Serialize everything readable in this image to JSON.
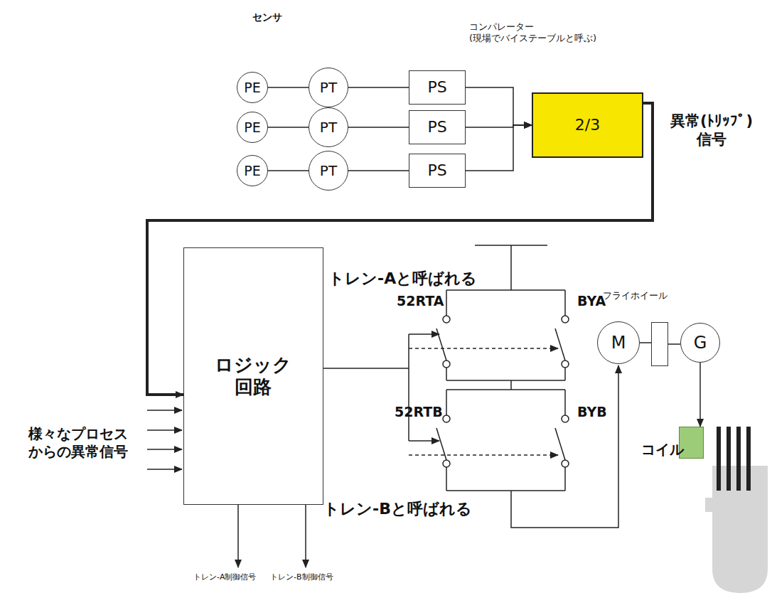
{
  "diagram": {
    "nodes": [
      {
        "text": [
          "PE"
        ]
      },
      {
        "text": [
          "PT"
        ]
      },
      {
        "text": [
          "PS"
        ]
      },
      {
        "text": [
          "PE"
        ]
      },
      {
        "text": [
          "PT"
        ]
      },
      {
        "text": [
          "PS"
        ]
      },
      {
        "text": [
          "PE"
        ]
      },
      {
        "text": [
          "PT"
        ]
      },
      {
        "text": [
          "PS"
        ]
      },
      {
        "text": [
          "2/3"
        ]
      },
      {
        "text": [
          "ロジック 回路"
        ]
      },
      {
        "text": [
          "M"
        ]
      },
      {
        "text": [
          "G"
        ]
      },
      {
        "text": [
          "フライホイール"
        ]
      },
      {
        "text": [
          "コイル"
        ]
      }
    ],
    "edges": [
      {
        "from": 0,
        "to": 1,
        "arrow": "none"
      },
      {
        "from": 1,
        "to": 2,
        "arrow": "none"
      },
      {
        "from": 3,
        "to": 4,
        "arrow": "none"
      },
      {
        "from": 4,
        "to": 5,
        "arrow": "none"
      },
      {
        "from": 6,
        "to": 7,
        "arrow": "none"
      },
      {
        "from": 7,
        "to": 8,
        "arrow": "none"
      },
      {
        "from": 2,
        "to": 9,
        "arrow": "to"
      },
      {
        "from": 5,
        "to": 9,
        "arrow": "to"
      },
      {
        "from": 8,
        "to": 9,
        "arrow": "to"
      },
      {
        "from": 9,
        "to": 10,
        "arrow": "to",
        "label": "異常(ﾄﾘｯﾌﾟ) 信号"
      },
      {
        "from": 11,
        "to": 13,
        "arrow": "none"
      },
      {
        "from": 13,
        "to": 12,
        "arrow": "none"
      },
      {
        "from": 12,
        "to": 14,
        "arrow": "to"
      }
    ],
    "labels": [
      "センサ",
      "コンパレーター (現場でバイステーブルと呼ぶ)",
      "トレン-Aと呼ばれる",
      "52RTA",
      "BYA",
      "52RTB",
      "BYB",
      "トレン-Bと呼ばれる",
      "様々なプロセス からの異常信号",
      "トレン-A制御信号",
      "トレン-B制御信号"
    ]
  }
}
